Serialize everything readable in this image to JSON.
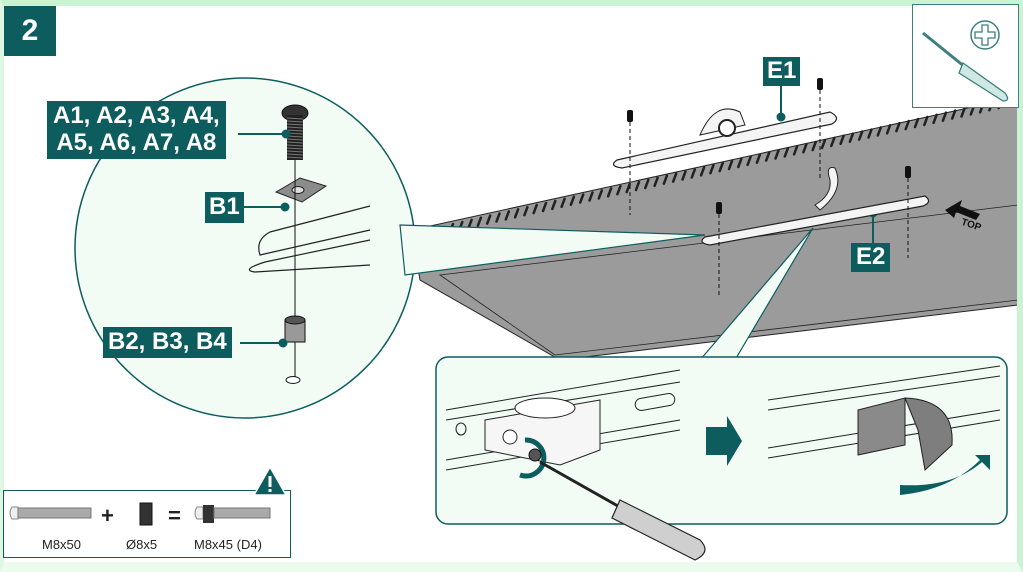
{
  "step": {
    "number": "2"
  },
  "callouts": {
    "screws_line1": "A1, A2, A3, A4,",
    "screws_line2": "A5, A6, A7, A8",
    "washer": "B1",
    "spacers": "B2, B3, B4",
    "bracket_top": "E1",
    "bracket_bottom": "E2"
  },
  "tool": {
    "name": "Phillips screwdriver",
    "icon": "phillips-screwdriver-icon",
    "head_icon": "phillips-head-icon"
  },
  "orientation": {
    "label": "TOP"
  },
  "note": {
    "warning_icon": "warning-icon",
    "screw_label": "M8x50",
    "spacer_label": "Ø8x5",
    "result_label": "M8x45 (D4)",
    "plus": "+",
    "equals": "="
  },
  "colors": {
    "brand": "#0d5d5f",
    "panel_bg": "#f2fcf5",
    "tv_back": "#9a9a9a",
    "frame": "#c9f3d3"
  }
}
